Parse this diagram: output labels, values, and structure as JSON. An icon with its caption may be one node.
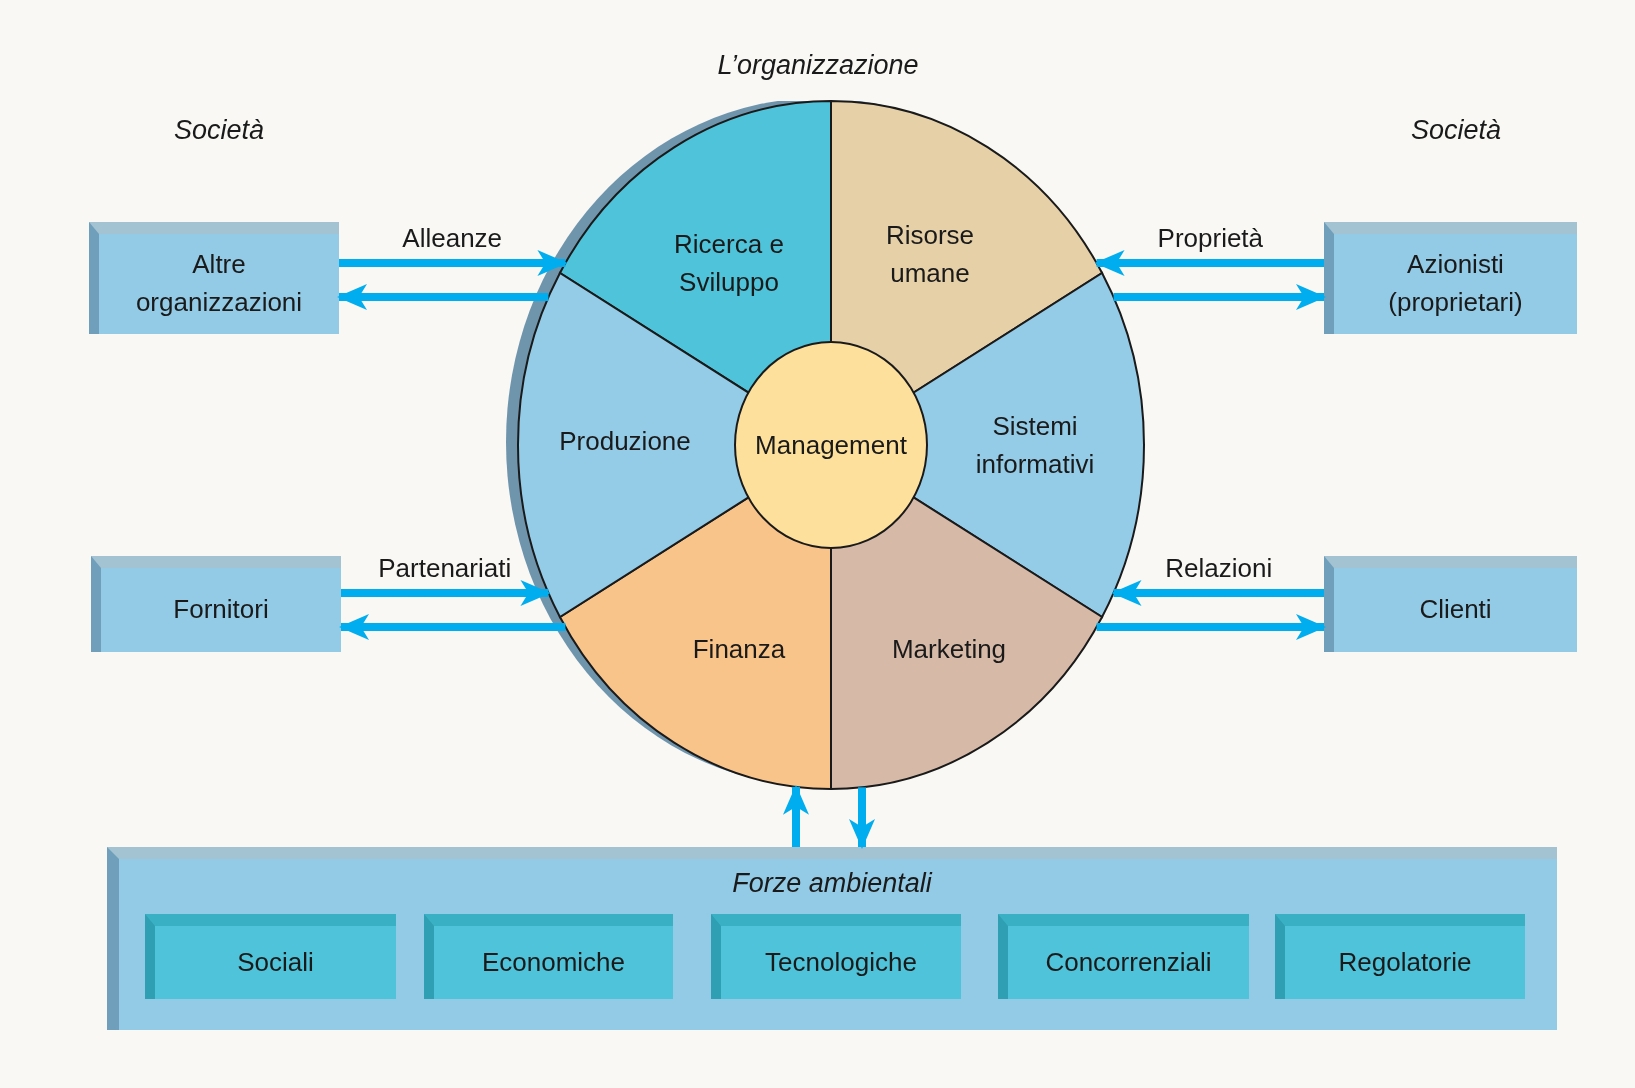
{
  "diagram": {
    "nodes": [
      {
        "text": [
          "Altre organizzazioni"
        ]
      },
      {
        "text": [
          "Fornitori"
        ]
      },
      {
        "text": [
          "Azionisti (proprietari)"
        ]
      },
      {
        "text": [
          "Clienti"
        ]
      },
      {
        "text": [
          "L’organizzazione"
        ]
      },
      {
        "text": [
          "Ricerca e Sviluppo"
        ],
        "in": 4
      },
      {
        "text": [
          "Risorse umane"
        ],
        "in": 4
      },
      {
        "text": [
          "Sistemi informativi"
        ],
        "in": 4
      },
      {
        "text": [
          "Marketing"
        ],
        "in": 4
      },
      {
        "text": [
          "Finanza"
        ],
        "in": 4
      },
      {
        "text": [
          "Produzione"
        ],
        "in": 4
      },
      {
        "text": [
          "Management"
        ],
        "in": 4
      },
      {
        "text": [
          "Forze ambientali"
        ]
      },
      {
        "text": [
          "Sociali"
        ],
        "in": 12
      },
      {
        "text": [
          "Economiche"
        ],
        "in": 12
      },
      {
        "text": [
          "Tecnologiche"
        ],
        "in": 12
      },
      {
        "text": [
          "Concorrenziali"
        ],
        "in": 12
      },
      {
        "text": [
          "Regolatorie"
        ],
        "in": 12
      }
    ],
    "edges": [
      {
        "from": 0,
        "to": 4,
        "arrow": "to",
        "label": "Alleanze"
      },
      {
        "from": 4,
        "to": 0,
        "arrow": "to"
      },
      {
        "from": 1,
        "to": 4,
        "arrow": "to",
        "label": "Partenariati"
      },
      {
        "from": 4,
        "to": 1,
        "arrow": "to"
      },
      {
        "from": 2,
        "to": 4,
        "arrow": "to",
        "label": "Proprietà"
      },
      {
        "from": 4,
        "to": 2,
        "arrow": "to"
      },
      {
        "from": 3,
        "to": 4,
        "arrow": "to",
        "label": "Relazioni"
      },
      {
        "from": 4,
        "to": 3,
        "arrow": "to"
      },
      {
        "from": 12,
        "to": 4,
        "arrow": "to"
      },
      {
        "from": 4,
        "to": 12,
        "arrow": "to"
      }
    ],
    "labels": [
      "Società",
      "Società"
    ]
  }
}
